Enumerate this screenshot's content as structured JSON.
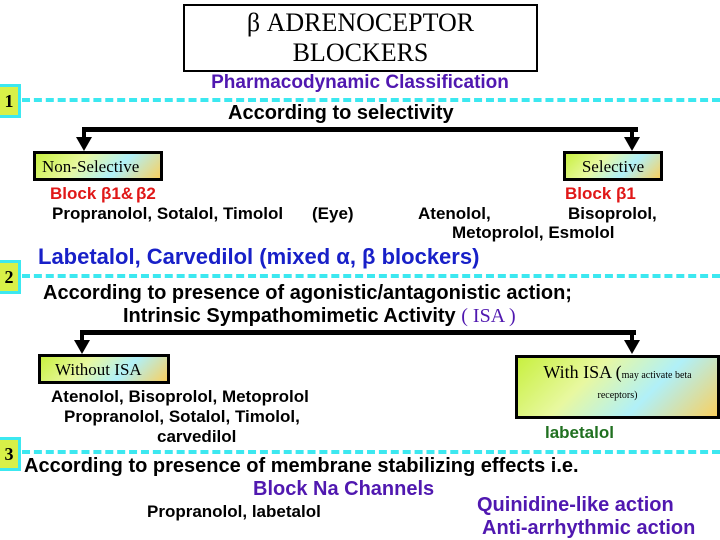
{
  "title": {
    "line1": "β ADRENOCEPTOR",
    "line2": "BLOCKERS",
    "subtitle": "Pharmacodynamic Classification"
  },
  "section1": {
    "number": "1",
    "heading": "According to selectivity",
    "non_selective": {
      "label": "Non-Selective",
      "block": "Block β1&",
      "block_b2": "β2",
      "drugs": "Propranolol, Sotalol, Timolol",
      "eye": "(Eye)",
      "mixed": "Labetalol, Carvedilol (mixed α, β blockers)"
    },
    "selective": {
      "label": "Selective",
      "block": "Block β1",
      "drugs1": "Atenolol,",
      "drugs2": "Bisoprolol,",
      "drugs3": "Metoprolol, Esmolol"
    }
  },
  "section2": {
    "number": "2",
    "heading1": "According to presence of agonistic/antagonistic action;",
    "heading2": "Intrinsic Sympathomimetic Activity",
    "heading2_isa": "( ISA )",
    "without": {
      "label": "Without ISA",
      "drugs1": "Atenolol, Bisoprolol, Metoprolol",
      "drugs2": "Propranolol, Sotalol, Timolol,",
      "drugs3": "carvedilol"
    },
    "with": {
      "label": "With ISA (",
      "note": "may activate beta",
      "note2": "receptors)",
      "drugs": "labetalol"
    }
  },
  "section3": {
    "number": "3",
    "heading": "According to presence of  membrane stabilizing effects i.e.",
    "block": "Block Na Channels",
    "drugs": "Propranolol, labetalol",
    "quinidine": "Quinidine-like action",
    "cutoff": "Anti-arrhythmic action"
  }
}
